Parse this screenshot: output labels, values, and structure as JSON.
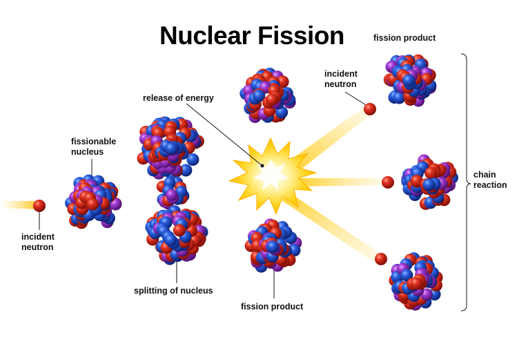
{
  "title": "Nuclear Fission",
  "labels": {
    "fission_product_top": "fission product",
    "incident_neutron_top": "incident\nneutron",
    "release_of_energy": "release of energy",
    "fissionable_nucleus": "fissionable\nnucleus",
    "incident_neutron_left": "incident\nneutron",
    "splitting_of_nucleus": "splitting of nucleus",
    "fission_product_bottom": "fission product",
    "chain_reaction": "chain\nreaction"
  },
  "colors": {
    "proton": "#d7281f",
    "neutron": "#1f4fd6",
    "purple": "#9b2fc9",
    "burst": "#ffd21a"
  }
}
